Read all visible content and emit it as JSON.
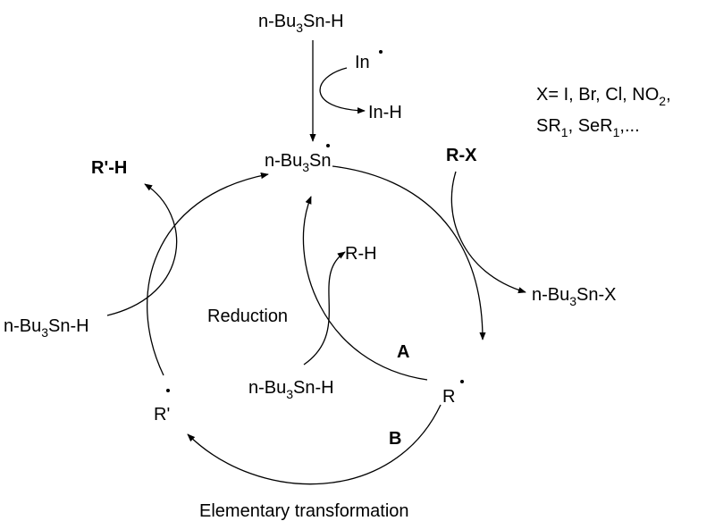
{
  "reagent_top": {
    "pre": "n-Bu",
    "sub": "3",
    "post": "Sn-H"
  },
  "initiator": "In",
  "initiator_h": "In-H",
  "tin_radical": {
    "pre": "n-Bu",
    "sub": "3",
    "post": "Sn"
  },
  "x_def": {
    "line1_pre": "X= I, Br, Cl, NO",
    "line1_sub": "2",
    "line1_post": ",",
    "line2_a": "SR",
    "line2_a_sub": "1",
    "line2_b": ", SeR",
    "line2_b_sub": "1",
    "line2_c": ",..."
  },
  "substrate": "R-X",
  "product_prime": "R'-H",
  "tin_halide": {
    "pre": "n-Bu",
    "sub": "3",
    "post": "Sn-X"
  },
  "reduction_product": "R-H",
  "reduction_label": "Reduction",
  "hydride_left": {
    "pre": "n-Bu",
    "sub": "3",
    "post": "Sn-H"
  },
  "hydride_center": {
    "pre": "n-Bu",
    "sub": "3",
    "post": "Sn-H"
  },
  "path_a": "A",
  "path_b": "B",
  "radical_r": "R",
  "radical_r_prime": "R'",
  "transformation_label": "Elementary transformation"
}
